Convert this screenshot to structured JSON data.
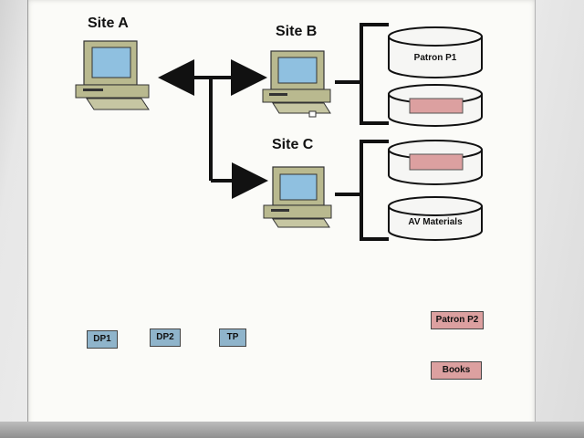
{
  "sites": {
    "a": {
      "label": "Site A"
    },
    "b": {
      "label": "Site B"
    },
    "c": {
      "label": "Site C"
    }
  },
  "databases": {
    "patron_p1": {
      "label": "Patron P1"
    },
    "av_materials": {
      "label": "AV Materials"
    }
  },
  "fragments": {
    "dp1": {
      "label": "DP1"
    },
    "dp2": {
      "label": "DP2"
    },
    "tp": {
      "label": "TP"
    },
    "patron_p2": {
      "label": "Patron P2"
    },
    "books": {
      "label": "Books"
    }
  },
  "colors": {
    "monitor_body": "#b9b98f",
    "screen": "#8fc0e0",
    "fragment_blue": "#8fb4cb",
    "fragment_pink": "#dca0a0"
  }
}
